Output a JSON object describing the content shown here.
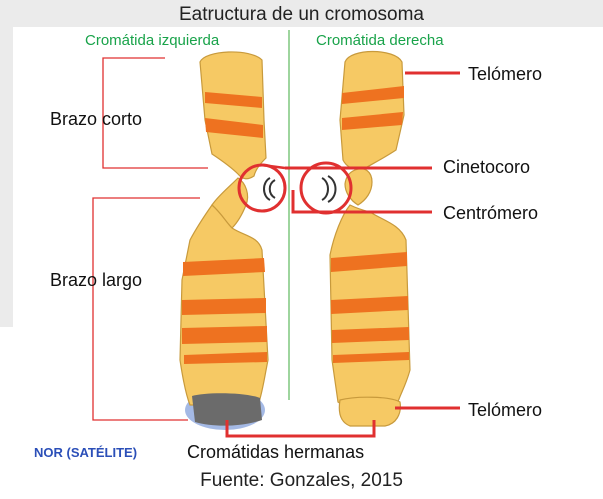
{
  "title": "Eatructura de un cromosoma",
  "footer": "Fuente: Gonzales, 2015",
  "headers": {
    "left": "Cromátida izquierda",
    "right": "Cromátida derecha"
  },
  "labels": {
    "brazo_corto": "Brazo corto",
    "brazo_largo": "Brazo largo",
    "telomero_top": "Telómero",
    "cinetocoro": "Cinetocoro",
    "centromero": "Centrómero",
    "telomero_bottom": "Telómero",
    "nor": "NOR (SATÉLITE)",
    "cromatidas_hermanas": "Cromátidas hermanas"
  },
  "colors": {
    "chromatid_fill": "#f6c964",
    "band": "#ee7220",
    "outline": "#c89a3c",
    "pointer_line": "#e03030",
    "divider": "#7ec77e",
    "nor_highlight": "#5a7fd0",
    "satellite": "#6b6b6b"
  }
}
